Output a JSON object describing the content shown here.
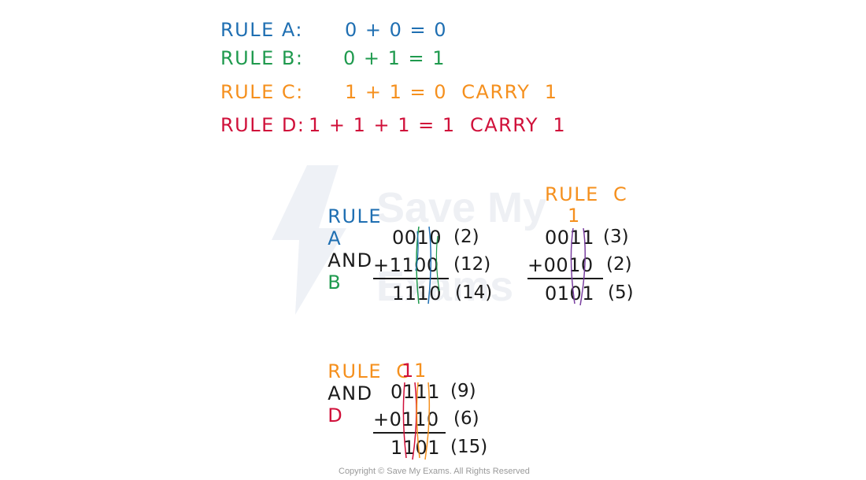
{
  "colors": {
    "blue": "#1f6fb2",
    "green": "#1f9a4e",
    "orange": "#f5901e",
    "red": "#d0103a",
    "black": "#1a1a1a",
    "purple": "#7a3fa0"
  },
  "watermark": {
    "line1": "Save My",
    "line2": "Exams"
  },
  "rules": {
    "a": {
      "label": "RULE A:",
      "eq": "0 + 0 = 0"
    },
    "b": {
      "label": "RULE B:",
      "eq": "0 + 1 = 1"
    },
    "c": {
      "label": "RULE C:",
      "eq": "1 + 1 = 0  CARRY  1"
    },
    "d": {
      "label": "RULE D:",
      "eq": "1 + 1 + 1 = 1  CARRY  1"
    }
  },
  "example1": {
    "title_part1": "RULE",
    "title_a": "A",
    "title_and": "AND",
    "title_b": "B",
    "top": "0010",
    "top_dec": "(2)",
    "bottom": "+1100",
    "bottom_dec": "(12)",
    "result": "1110",
    "result_dec": "(14)"
  },
  "example2": {
    "title": "RULE  C",
    "carry": "1",
    "top": "0011",
    "top_dec": "(3)",
    "bottom": "+0010",
    "bottom_dec": "(2)",
    "result": "0101",
    "result_dec": "(5)"
  },
  "example3": {
    "title_c": "RULE  C",
    "title_and": "AND",
    "title_d": "D",
    "carry_red": "1",
    "carry_orange": "1",
    "top": "0111",
    "top_dec": "(9)",
    "bottom": "+0110",
    "bottom_dec": "(6)",
    "result": "1101",
    "result_dec": "(15)"
  },
  "copyright": "Copyright © Save My Exams. All Rights Reserved"
}
